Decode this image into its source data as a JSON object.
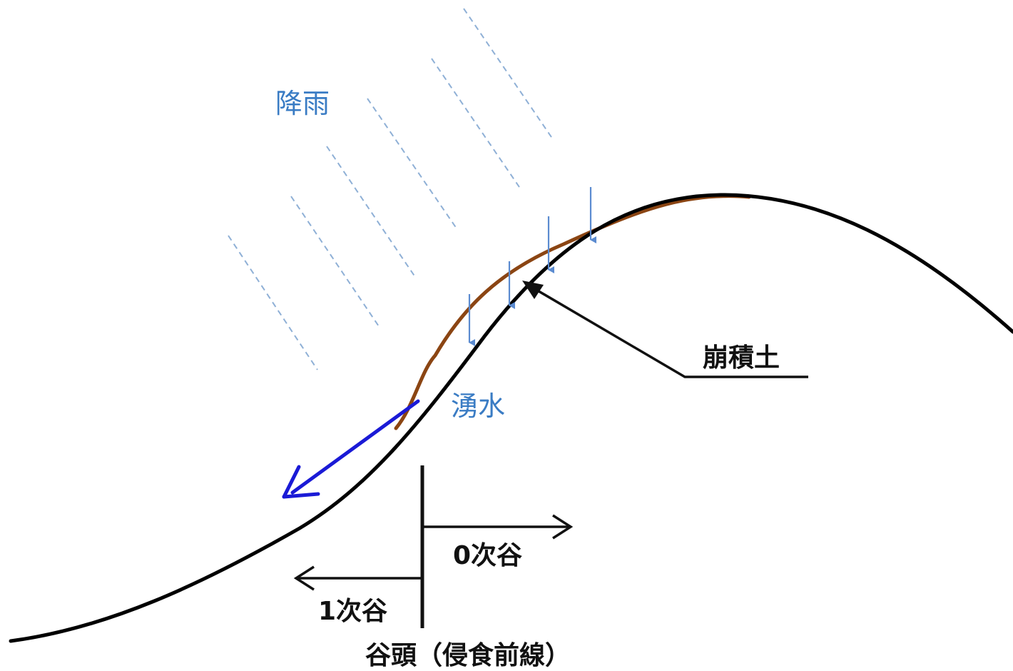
{
  "labels": {
    "rainfall": "降雨",
    "colluvium": "崩積土",
    "spring_water": "湧水",
    "zero_order_valley": "0次谷",
    "first_order_valley": "1次谷",
    "valley_head": "谷頭（侵食前線）"
  },
  "colors": {
    "ground_line": "#000000",
    "colluvium": "#8b4513",
    "spring_flow": "#1a1ad6",
    "rain": "#8fb0d6",
    "infiltration": "#5b8bd0",
    "blue_text": "#3a7cc4"
  }
}
